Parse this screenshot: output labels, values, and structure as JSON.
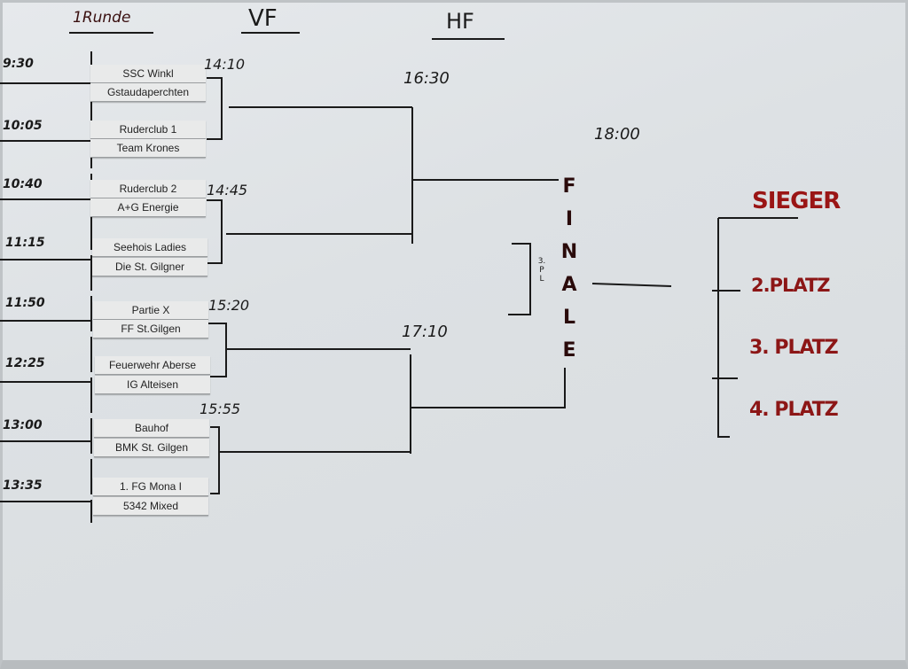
{
  "headers": {
    "round1": "1Runde",
    "quarterfinal": "VF",
    "semifinal": "HF"
  },
  "round1": [
    {
      "time": "9:30",
      "teams": [
        "SSC Winkl",
        "Gstaudaperchten"
      ]
    },
    {
      "time": "10:05",
      "teams": [
        "Ruderclub 1",
        "Team Krones"
      ]
    },
    {
      "time": "10:40",
      "teams": [
        "Ruderclub 2",
        "A+G Energie"
      ]
    },
    {
      "time": "11:15",
      "teams": [
        "Seehois Ladies",
        "Die St. Gilgner"
      ]
    },
    {
      "time": "11:50",
      "teams": [
        "Partie X",
        "FF St.Gilgen"
      ]
    },
    {
      "time": "12:25",
      "teams": [
        "Feuerwehr Aberse",
        "IG Alteisen"
      ]
    },
    {
      "time": "13:00",
      "teams": [
        "Bauhof",
        "BMK St. Gilgen"
      ]
    },
    {
      "time": "13:35",
      "teams": [
        "1. FG Mona I",
        "5342 Mixed"
      ]
    }
  ],
  "quarterfinal_times": [
    "14:10",
    "14:45",
    "15:20",
    "15:55"
  ],
  "semifinal_times": [
    "16:30",
    "17:10"
  ],
  "final": {
    "time": "18:00",
    "letters": [
      "F",
      "I",
      "N",
      "A",
      "L",
      "E"
    ],
    "third_place_label": [
      "3.",
      "P",
      "L"
    ]
  },
  "results": {
    "winner": "SIEGER",
    "second": "2.PLATZ",
    "third": "3. PLATZ",
    "fourth": "4. PLATZ"
  },
  "colors": {
    "marker_red": "#8c1616",
    "marker_black": "#1a1a1a",
    "board": "#e0e3e6"
  }
}
